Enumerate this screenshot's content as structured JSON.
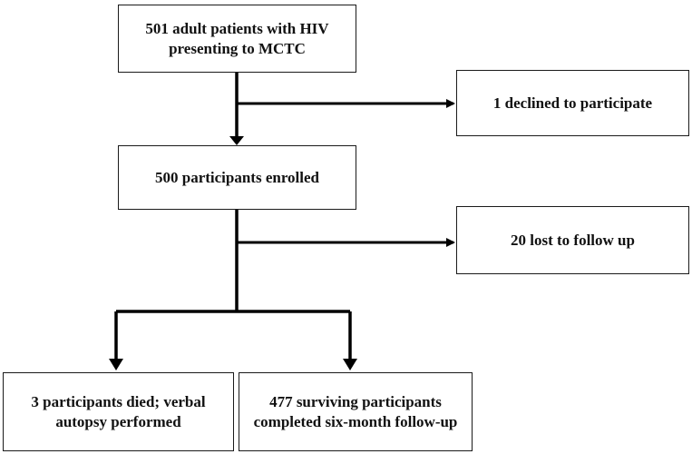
{
  "nodes": {
    "screened": "501 adult patients with HIV presenting to MCTC",
    "declined": "1 declined to participate",
    "enrolled": "500 participants enrolled",
    "lost": "20 lost to follow up",
    "died": "3 participants died; verbal autopsy performed",
    "completed": "477 surviving participants completed six-month follow-up"
  },
  "colors": {
    "line": "#000000",
    "border": "#1a1a1a",
    "text": "#111111"
  }
}
